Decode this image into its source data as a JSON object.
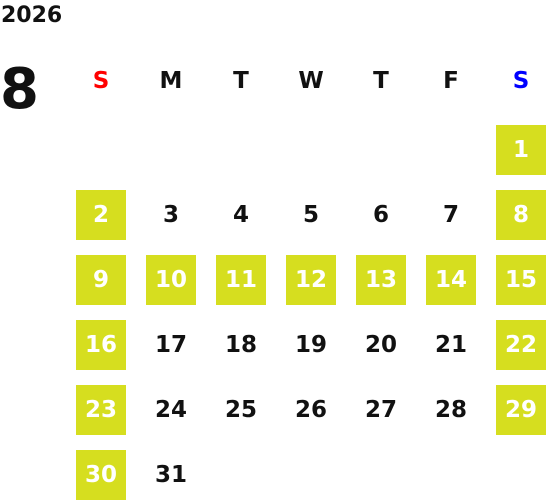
{
  "calendar": {
    "year": "2026",
    "month": "8",
    "weekdays": [
      {
        "label": "S",
        "color": "#ff0000"
      },
      {
        "label": "M",
        "color": "#111111"
      },
      {
        "label": "T",
        "color": "#111111"
      },
      {
        "label": "W",
        "color": "#111111"
      },
      {
        "label": "T",
        "color": "#111111"
      },
      {
        "label": "F",
        "color": "#111111"
      },
      {
        "label": "S",
        "color": "#0000ff"
      }
    ],
    "highlight_color": "#d6de1f",
    "first_weekday_index": 6,
    "days": [
      {
        "day": "1",
        "highlighted": true
      },
      {
        "day": "2",
        "highlighted": true
      },
      {
        "day": "3",
        "highlighted": false
      },
      {
        "day": "4",
        "highlighted": false
      },
      {
        "day": "5",
        "highlighted": false
      },
      {
        "day": "6",
        "highlighted": false
      },
      {
        "day": "7",
        "highlighted": false
      },
      {
        "day": "8",
        "highlighted": true
      },
      {
        "day": "9",
        "highlighted": true
      },
      {
        "day": "10",
        "highlighted": true
      },
      {
        "day": "11",
        "highlighted": true
      },
      {
        "day": "12",
        "highlighted": true
      },
      {
        "day": "13",
        "highlighted": true
      },
      {
        "day": "14",
        "highlighted": true
      },
      {
        "day": "15",
        "highlighted": true
      },
      {
        "day": "16",
        "highlighted": true
      },
      {
        "day": "17",
        "highlighted": false
      },
      {
        "day": "18",
        "highlighted": false
      },
      {
        "day": "19",
        "highlighted": false
      },
      {
        "day": "20",
        "highlighted": false
      },
      {
        "day": "21",
        "highlighted": false
      },
      {
        "day": "22",
        "highlighted": true
      },
      {
        "day": "23",
        "highlighted": true
      },
      {
        "day": "24",
        "highlighted": false
      },
      {
        "day": "25",
        "highlighted": false
      },
      {
        "day": "26",
        "highlighted": false
      },
      {
        "day": "27",
        "highlighted": false
      },
      {
        "day": "28",
        "highlighted": false
      },
      {
        "day": "29",
        "highlighted": true
      },
      {
        "day": "30",
        "highlighted": true
      },
      {
        "day": "31",
        "highlighted": false
      }
    ]
  }
}
